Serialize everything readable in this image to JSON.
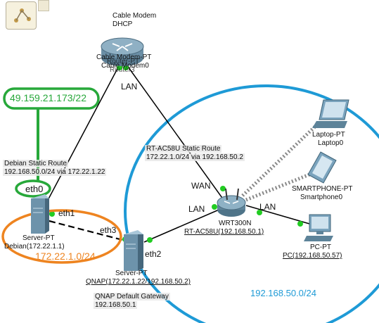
{
  "colors": {
    "green": "#27a83a",
    "orange": "#ee8420",
    "blue": "#1e9ad6",
    "cable": "#000000",
    "link_dot": "#22cc22"
  },
  "toolbar": {
    "icon": "network-topology-icon"
  },
  "devices": {
    "cable_modem": {
      "name1": "Cable Modem",
      "name2": "DHCP",
      "type": "Cable Modem-PT",
      "name": "Cable Modem0",
      "overlap1": "Router-PT",
      "overlap2": "Router3",
      "icon": "cable-modem-icon"
    },
    "debian": {
      "route_title": "Debian Static Route",
      "route": "192.168.50.0/24 via 172.22.1.22",
      "type": "Server-PT",
      "name": "Debian(172.22.1.1)",
      "icon": "server-icon"
    },
    "qnap": {
      "type": "Server-PT",
      "name": "QNAP(172.22.1.22/192.168.50.2)",
      "gw_title": "QNAP Default Gateway",
      "gw": "192.168.50.1",
      "icon": "server-icon"
    },
    "router": {
      "route_title": "RT-AC58U Static Route",
      "route": "172.22.1.0/24 via 192.168.50.2",
      "model": "WRT300N",
      "name": "RT-AC58U(192.168.50.1)",
      "icon": "wireless-router-icon"
    },
    "laptop": {
      "type": "Laptop-PT",
      "name": "Laptop0",
      "icon": "laptop-icon"
    },
    "smartphone": {
      "type": "SMARTPHONE-PT",
      "name": "Smartphone0",
      "icon": "smartphone-icon"
    },
    "pc": {
      "type": "PC-PT",
      "name": "PC(192.168.50.57)",
      "icon": "pc-icon"
    }
  },
  "ports": {
    "lan_modem": "LAN",
    "wan": "WAN",
    "lan_router_left": "LAN",
    "lan_router_right": "LAN",
    "eth1": "eth1",
    "eth3": "eth3",
    "eth2": "eth2"
  },
  "annotations": {
    "public_ip": "49.159.21.173/22",
    "eth0": "eth0",
    "subnet_orange": "172.22.1.0/24",
    "subnet_blue": "192.168.50.0/24"
  }
}
